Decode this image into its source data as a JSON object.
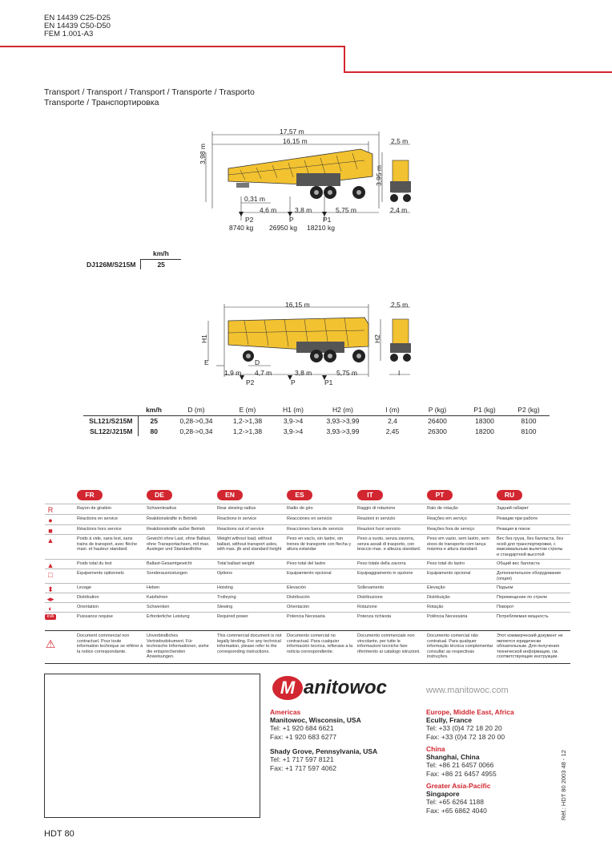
{
  "header": {
    "standards": [
      "EN 14439 C25-D25",
      "EN 14439 C50-D50",
      "FEM 1.001-A3"
    ]
  },
  "section_title": [
    "Transport / Transport / Transport / Transporte / Trasporto",
    "Transporte / Транспортировка"
  ],
  "diagram1": {
    "dims": {
      "overall_length": "17,57 m",
      "length": "16,15 m",
      "width": "2,5 m",
      "height_left": "3,98 m",
      "height_right": "3,95 m",
      "d031": "0,31 m",
      "d46": "4,6 m",
      "d38": "3,8 m",
      "d575": "5,75 m",
      "d24": "2,4 m"
    },
    "loads": {
      "p2_label": "P2",
      "p_label": "P",
      "p1_label": "P1",
      "p2": "8740 kg",
      "p": "26950 kg",
      "p1": "18210 kg"
    }
  },
  "speed_table": {
    "header": "km/h",
    "model": "DJ126M/S215M",
    "value": "25"
  },
  "diagram2": {
    "dims": {
      "length": "16,15 m",
      "width": "2,5 m",
      "h1": "H1",
      "h2": "H2",
      "e": "E",
      "d": "D",
      "d19": "1,9 m",
      "d47": "4,7 m",
      "d38": "3,8 m",
      "d575": "5,75 m",
      "i": "I"
    },
    "loads": {
      "p2_label": "P2",
      "p_label": "P",
      "p1_label": "P1"
    }
  },
  "spec_table": {
    "headers": [
      "km/h",
      "D (m)",
      "E (m)",
      "H1 (m)",
      "H2 (m)",
      "I (m)",
      "P (kg)",
      "P1 (kg)",
      "P2 (kg)"
    ],
    "rows": [
      {
        "model": "SL121/S215M",
        "values": [
          "25",
          "0,28->0,34",
          "1,2->1,38",
          "3,9->4",
          "3,93->3,99",
          "2,4",
          "26400",
          "18300",
          "8100"
        ]
      },
      {
        "model": "SL122/J215M",
        "values": [
          "80",
          "0,28->0,34",
          "1,2->1,38",
          "3,9->4",
          "3,93->3,99",
          "2,45",
          "26300",
          "18200",
          "8100"
        ]
      }
    ]
  },
  "legend": {
    "languages": [
      "FR",
      "DE",
      "EN",
      "ES",
      "IT",
      "PT",
      "RU"
    ],
    "rows": [
      {
        "icon": "R",
        "icon_name": "radius-icon",
        "texts": [
          "Rayon de giration",
          "Schwenkradius",
          "Rear slewing radius",
          "Radio de giro",
          "Raggio di rotazione",
          "Raio de rotação",
          "Задний габарит"
        ]
      },
      {
        "icon": "●",
        "icon_name": "reaction-service-icon",
        "texts": [
          "Réactions en service",
          "Reaktionskräfte in Betrieb",
          "Reactions in service",
          "Reacciones en servicio",
          "Reazioni in servizio",
          "Reações em serviço",
          "Реакции при работе"
        ]
      },
      {
        "icon": "■",
        "icon_name": "reaction-out-of-service-icon",
        "texts": [
          "Réactions hors service",
          "Reaktionskräfte außer Betrieb",
          "Reactions out of service",
          "Reacciones fuera de servicio",
          "Reazioni fuori servizio",
          "Reações fora de serviço",
          "Реакция в покое"
        ]
      },
      {
        "icon": "▲",
        "icon_name": "weight-icon",
        "texts": [
          "Poids à vide, sans lest, sans trains de transport, avec flèche maxi. et hauteur standard.",
          "Gewicht ohne Last, ohne Ballast, ohne Transportachsen, mit max. Ausleger und Standardhöhe",
          "Weight without load, without ballast, without transport axles, with max. jib and standard height",
          "Peso en vacío, sin lastre, sin trenes de transporte con flecha y altura estandar",
          "Peso a vuoto, senza zavorra, senza assali di trasporto, con braccio max. e altezza standard.",
          "Peso em vazio, sem lastro, sem eixos de transporte com lança máxima e altura standard.",
          "Вес без груза, без балласта, без осей для транспортировки, с максимальным вылетом стрелы и стандартной высотой"
        ]
      },
      {
        "icon": "▲",
        "icon_name": "total-ballast-icon",
        "texts": [
          "Poids total du lest",
          "Ballast-Gesamtgewicht",
          "Total ballast weight",
          "Peso total del lastre",
          "Peso totale della zavorra",
          "Peso total do lastro",
          "Общий вес балласта"
        ]
      },
      {
        "icon": "□",
        "icon_name": "optional-equipment-icon",
        "texts": [
          "Équipements optionnels",
          "Sonderausrüstungen",
          "Options",
          "Equipamiento opcional",
          "Equipaggiamento in opzione",
          "Equipamento opcional",
          "Дополнительное оборудование (опция)"
        ]
      },
      {
        "icon": "⬍",
        "icon_name": "hoisting-icon",
        "texts": [
          "Levage",
          "Heben",
          "Hoisting",
          "Elevación",
          "Sollevamento",
          "Elevação",
          "Подъем"
        ]
      },
      {
        "icon": "◂▸",
        "icon_name": "trolleying-icon",
        "texts": [
          "Distribution",
          "Katzfahren",
          "Trolleying",
          "Distribución",
          "Distribuzione",
          "Distribuição",
          "Перемещение по стреле"
        ]
      },
      {
        "icon": "◐",
        "icon_name": "slewing-icon",
        "texts": [
          "Orientation",
          "Schwenken",
          "Slewing",
          "Orientación",
          "Rotazione",
          "Rotação",
          "Поворот"
        ]
      },
      {
        "icon": "kVA",
        "icon_name": "power-icon",
        "texts": [
          "Puissance requise",
          "Erforderliche Leistung",
          "Required power",
          "Potencia Necesaria",
          "Potenza richiesta",
          "Potência Necessária",
          "Потребляемая мощность"
        ]
      }
    ],
    "disclaimer": [
      "Document commercial non contractuel. Pour toute information technique se référer à la notice correspondante.",
      "Unverbindliches Vertriebsdokument. Für technische Informationen, siehe die entsprechenden Anweisungen.",
      "This commercial document is not legally binding. For any technical information, please refer to the corresponding instructions.",
      "Documento comercial no contractual. Para cualquier información tecnica, refierase a la noticia correspondiente.",
      "Documento commerciale non vincolante, per tutte le informazioni tecniche fare riferimento ai catalogo istruzioni.",
      "Documento comercial não contratual. Para qualquer informação técnica complementar consultar as respectivas instruções.",
      "Этот коммерческий документ не является юридически обязательным. Для получения технической информации, см. соответствующие инструкции."
    ]
  },
  "brand": {
    "logo_text": "anitowoc",
    "logo_letter": "M",
    "website": "www.manitowoc.com",
    "red": "#d22630"
  },
  "contacts": {
    "americas": {
      "region": "Americas",
      "city": "Manitowoc, Wisconsin, USA",
      "tel": "Tel: +1 920 684 6621",
      "fax": "Fax: +1 920 683 6277"
    },
    "shady": {
      "city": "Shady Grove, Pennsylvania, USA",
      "tel": "Tel: +1 717 597 8121",
      "fax": "Fax: +1 717 597 4062"
    },
    "europe": {
      "region": "Europe, Middle East, Africa",
      "city": "Ecully, France",
      "tel": "Tel: +33 (0)4 72 18 20 20",
      "fax": "Fax: +33 (0)4 72 18 20 00"
    },
    "china": {
      "region": "China",
      "city": "Shanghai, China",
      "tel": "Tel: +86 21 6457 0066",
      "fax": "Fax: +86 21 6457 4955"
    },
    "asia": {
      "region": "Greater Asia-Pacific",
      "city": "Singapore",
      "tel": "Tel: +65 6264 1188",
      "fax": "Fax: +65 6862 4040"
    }
  },
  "reference": "Réf.: HDT 80 2003 48 - 12",
  "footer": {
    "page_label": "HDT 80"
  }
}
